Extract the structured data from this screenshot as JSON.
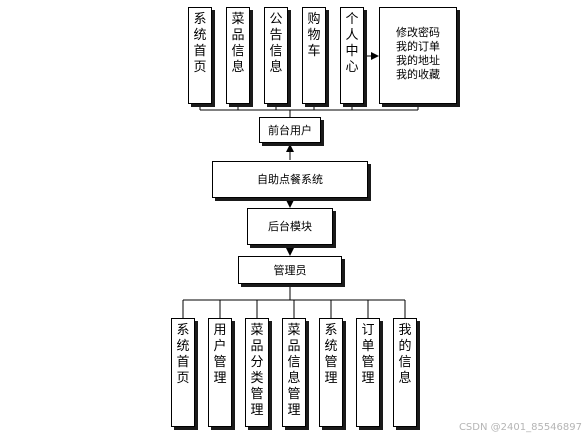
{
  "frontend_items": [
    "系统首页",
    "菜品信息",
    "公告信息",
    "购物车",
    "个人中心"
  ],
  "personal_sub_items": [
    "修改密码",
    "我的订单",
    "我的地址",
    "我的收藏"
  ],
  "frontend_user": "前台用户",
  "system_name": "自助点餐系统",
  "backend_module": "后台模块",
  "admin": "管理员",
  "backend_items": [
    "系统首页",
    "用户管理",
    "菜品分类管理",
    "菜品信息管理",
    "系统管理",
    "订单管理",
    "我的信息"
  ],
  "watermark": "CSDN @2401_85546897",
  "colors": {
    "line": "#000000",
    "shadow": "#1a1a1a",
    "watermark": "#b5b5b5"
  }
}
